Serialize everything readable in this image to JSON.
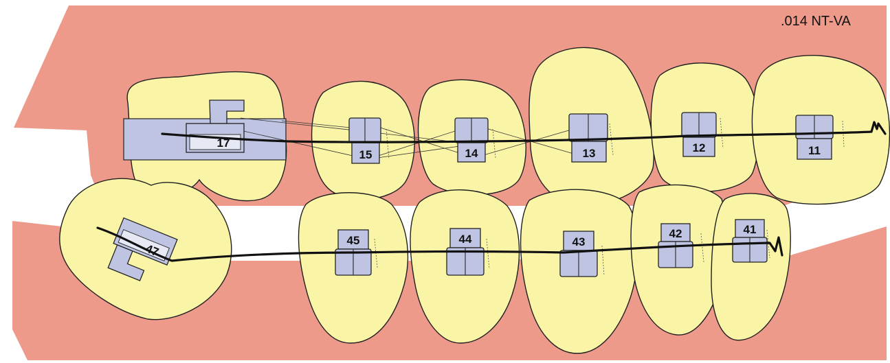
{
  "wire_label": ".014 NT-VA",
  "teeth": {
    "upper": [
      {
        "number": "17"
      },
      {
        "number": "15"
      },
      {
        "number": "14"
      },
      {
        "number": "13"
      },
      {
        "number": "12"
      },
      {
        "number": "11"
      }
    ],
    "lower": [
      {
        "number": "47"
      },
      {
        "number": "45"
      },
      {
        "number": "44"
      },
      {
        "number": "43"
      },
      {
        "number": "42"
      },
      {
        "number": "41"
      }
    ]
  },
  "colors": {
    "gum": "#ee9a8a",
    "tooth": "#faf5a6",
    "bracket": "#bfc4e2",
    "molar_band": "#bfc4e2",
    "wire": "#111111"
  }
}
